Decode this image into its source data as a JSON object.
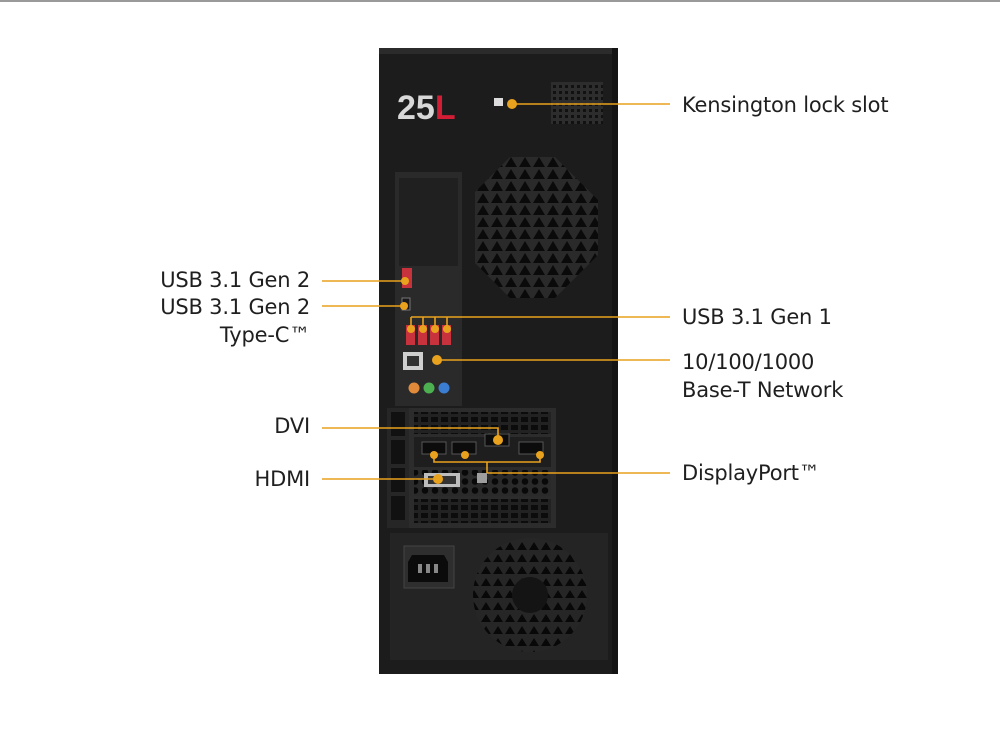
{
  "product": {
    "logo_text": "25L"
  },
  "colors": {
    "leader": "#e9a21d",
    "case": "#1b1b1b",
    "text": "#1f1f1f",
    "logo": "#d21d34"
  },
  "callouts": {
    "kensington": "Kensington lock slot",
    "usb_gen2": "USB 3.1 Gen 2",
    "usb_gen2_c_line1": "USB 3.1 Gen 2",
    "usb_gen2_c_line2": "Type-C™",
    "usb_gen1": "USB 3.1 Gen 1",
    "network_line1": "10/100/1000",
    "network_line2": "Base-T Network",
    "dvi": "DVI",
    "displayport": "DisplayPort™",
    "hdmi": "HDMI"
  }
}
